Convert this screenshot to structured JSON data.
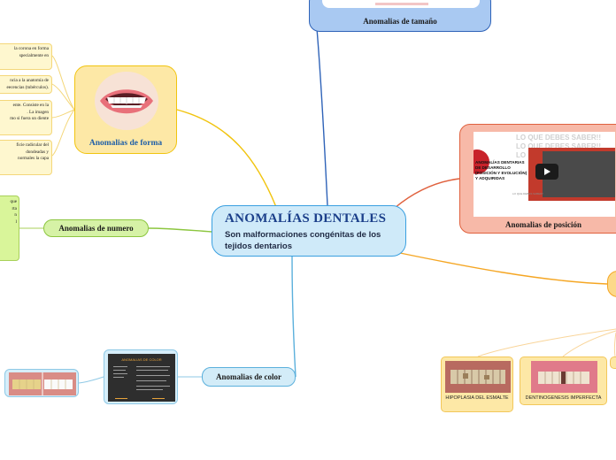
{
  "central": {
    "title": "ANOMALÍAS DENTALES",
    "subtitle": "Son malformaciones congénitas de los tejidos dentarios"
  },
  "branches": {
    "tamano": {
      "label": "Anomalias de tamaño"
    },
    "forma": {
      "label": "Anomalias de forma",
      "leaves": [
        "la corona en forma\nspecialmente en",
        "ncia a la anatomía de\neecencias (tubérculos).",
        "ente. Consiste en la\n. La imagen\nmo si fuera un diente",
        "ficie radicular del\ndondeadas y\nnormales la capa"
      ]
    },
    "numero": {
      "label": "Anomalias de numero",
      "leaf": "que\nrta\nn\nl"
    },
    "color": {
      "label": "Anomalias de color",
      "panel_title": "ANOMALIAS DE COLOR"
    },
    "posicion": {
      "label": "Anomalias de posición",
      "video": {
        "heading_lines": [
          "LO QUE DEBES SABER!!",
          "LO QUE DEBES SABER!!",
          "LO"
        ],
        "title": "ANOMALÍAS DENTARIAS DE DESARROLLO (POSICIÓN Y EVOLUCIÓN) Y ADQUIRIDAS",
        "small_text": "LO QUE DEBES SABER!!"
      }
    },
    "estructura": {
      "items": [
        {
          "caption": "HIPOPLASIA DEL ESMALTE"
        },
        {
          "caption": "DENTINOGENESIS IMPERFECTA"
        }
      ]
    }
  },
  "colors": {
    "central_fill": "#cfeaf9",
    "central_border": "#3aa0e0",
    "tamano_line": "#2f63b8",
    "forma_line": "#f1c40f",
    "numero_line": "#8cc63f",
    "color_line": "#5bb0dc",
    "posicion_line": "#e0613e",
    "orange_line": "#f5a623"
  }
}
